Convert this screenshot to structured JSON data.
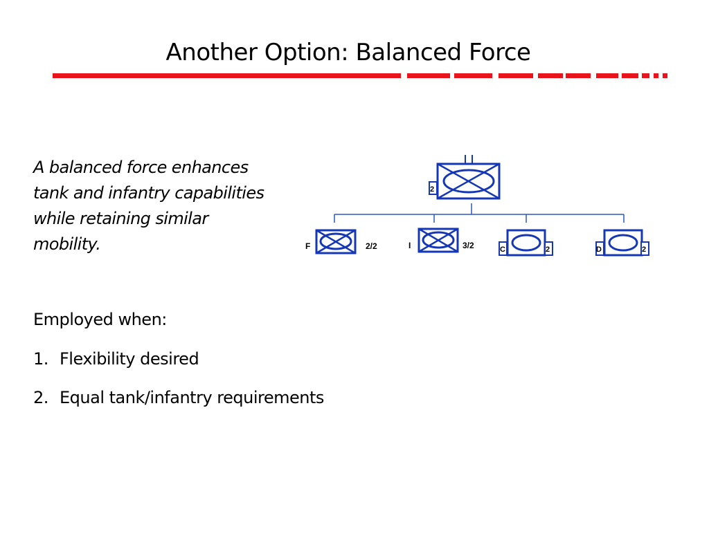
{
  "slide": {
    "title": "Another Option:  Balanced Force",
    "intro": "A balanced force enhances tank and infantry capabilities while retaining similar mobility.",
    "employed_heading": "Employed when:",
    "items": [
      {
        "num": "1.",
        "text": "Flexibility desired"
      },
      {
        "num": "2.",
        "text": "Equal tank/infantry requirements"
      }
    ]
  },
  "diagram": {
    "hq": {
      "side_label": "2"
    },
    "units": [
      {
        "left_label": "F",
        "right_label": "2/2",
        "type": "infantry"
      },
      {
        "left_label": "I",
        "right_label": "3/2",
        "type": "infantry"
      },
      {
        "left_label": "C",
        "right_label": "2",
        "type": "armor"
      },
      {
        "left_label": "D",
        "right_label": "2",
        "type": "armor"
      }
    ]
  },
  "colors": {
    "accent_rule": "#e8141c",
    "symbol_blue": "#1537b5",
    "line_blue": "#2b55c8"
  }
}
